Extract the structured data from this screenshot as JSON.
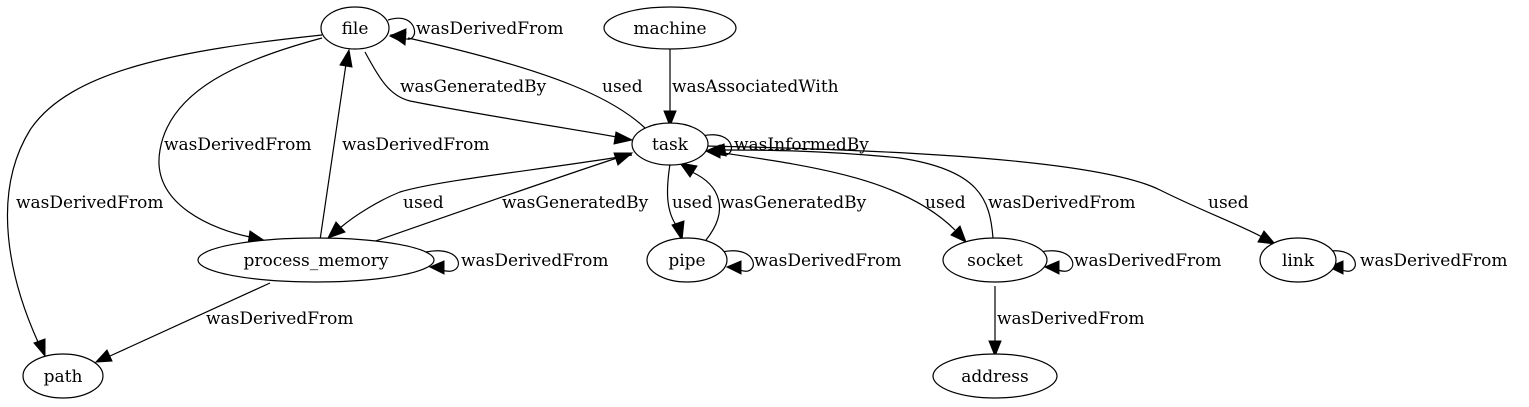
{
  "graph": {
    "nodes": [
      {
        "id": "file",
        "label": "file"
      },
      {
        "id": "machine",
        "label": "machine"
      },
      {
        "id": "task",
        "label": "task"
      },
      {
        "id": "process_memory",
        "label": "process_memory"
      },
      {
        "id": "pipe",
        "label": "pipe"
      },
      {
        "id": "socket",
        "label": "socket"
      },
      {
        "id": "link",
        "label": "link"
      },
      {
        "id": "path",
        "label": "path"
      },
      {
        "id": "address",
        "label": "address"
      }
    ],
    "edges": [
      {
        "from": "file",
        "to": "file",
        "label": "wasDerivedFrom"
      },
      {
        "from": "file",
        "to": "task",
        "label": "wasGeneratedBy"
      },
      {
        "from": "task",
        "to": "file",
        "label": "used"
      },
      {
        "from": "file",
        "to": "process_memory",
        "label": "wasDerivedFrom"
      },
      {
        "from": "process_memory",
        "to": "file",
        "label": "wasDerivedFrom"
      },
      {
        "from": "file",
        "to": "path",
        "label": "wasDerivedFrom"
      },
      {
        "from": "machine",
        "to": "task",
        "label": "wasAssociatedWith"
      },
      {
        "from": "task",
        "to": "task",
        "label": "wasInformedBy"
      },
      {
        "from": "task",
        "to": "process_memory",
        "label": "used"
      },
      {
        "from": "process_memory",
        "to": "task",
        "label": "wasGeneratedBy"
      },
      {
        "from": "task",
        "to": "pipe",
        "label": "used"
      },
      {
        "from": "pipe",
        "to": "task",
        "label": "wasGeneratedBy"
      },
      {
        "from": "task",
        "to": "socket",
        "label": "used"
      },
      {
        "from": "socket",
        "to": "task",
        "label": "wasDerivedFrom"
      },
      {
        "from": "task",
        "to": "link",
        "label": "used"
      },
      {
        "from": "process_memory",
        "to": "process_memory",
        "label": "wasDerivedFrom"
      },
      {
        "from": "process_memory",
        "to": "path",
        "label": "wasDerivedFrom"
      },
      {
        "from": "pipe",
        "to": "pipe",
        "label": "wasDerivedFrom"
      },
      {
        "from": "socket",
        "to": "socket",
        "label": "wasDerivedFrom"
      },
      {
        "from": "socket",
        "to": "address",
        "label": "wasDerivedFrom"
      },
      {
        "from": "link",
        "to": "link",
        "label": "wasDerivedFrom"
      }
    ]
  }
}
